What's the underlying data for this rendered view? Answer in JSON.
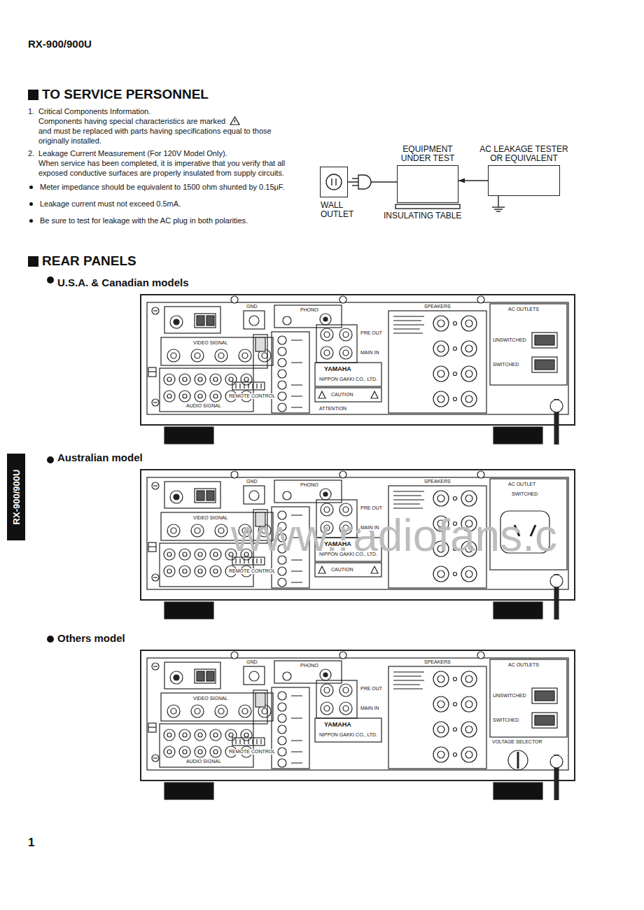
{
  "diagram": {
    "nodes": [
      {
        "text": [
          "WALL OUTLET"
        ]
      },
      {
        "text": [
          "EQUIPMENT UNDER TEST"
        ]
      },
      {
        "text": [
          "AC LEAKAGE TESTER OR EQUIVALENT"
        ]
      },
      {
        "text": [
          "U.S.A. & Canadian models"
        ]
      },
      {
        "text": [
          "Australian model"
        ]
      },
      {
        "text": [
          "Others model"
        ]
      }
    ],
    "edges": [
      {
        "from": 0,
        "to": 1,
        "arrow": "none"
      },
      {
        "from": 2,
        "to": 1,
        "arrow": "to"
      }
    ],
    "labels": [
      "RX-900/900U",
      "TO SERVICE PERSONNEL",
      "1.",
      "Critical Components Information.",
      "Components having special characteristics are marked",
      "and must be replaced with parts having specifications equal to those originally installed.",
      "2.",
      "Leakage Current Measurement (For 120V Model Only).",
      "When service has been completed, it is imperative that you verify that all exposed conductive surfaces are properly insulated from supply circuits.",
      "Meter impedance should be equivalent to 1500 ohm shunted by 0.15μF.",
      "Leakage current must not exceed 0.5mA.",
      "Be sure to test for leakage with the AC plug in both polarities.",
      "REAR PANELS",
      "RX-900/900U",
      "1",
      "www.radiofans.c",
      "VIDEO SIGNAL",
      "AUDIO SIGNAL",
      "REMOTE CONTROL",
      "GND",
      "PHONO",
      "PRE OUT",
      "MAIN IN",
      "YAMAHA",
      "NIPPON GAKKI CO., LTD.",
      "CAUTION",
      "ATTENTION",
      "SPEAKERS",
      "AC OUTLETS",
      "UNSWITCHED",
      "SWITCHED",
      "VIDEO SIGNAL",
      "REMOTE CONTROL",
      "GND",
      "PHONO",
      "PRE OUT",
      "MAIN IN",
      "YAMAHA",
      "NIPPON GAKKI CO., LTD.",
      "CAUTION",
      "SPEAKERS",
      "AC OUTLET",
      "SWITCHED",
      "VIDEO SIGNAL",
      "AUDIO SIGNAL",
      "REMOTE CONTROL",
      "GND",
      "PHONO",
      "PRE OUT",
      "MAIN IN",
      "YAMAHA",
      "NIPPON GAKKI CO., LTD.",
      "SPEAKERS",
      "AC OUTLETS",
      "UNSWITCHED",
      "SWITCHED",
      "VOLTAGE SELECTOR",
      "INSULATING TABLE"
    ]
  }
}
